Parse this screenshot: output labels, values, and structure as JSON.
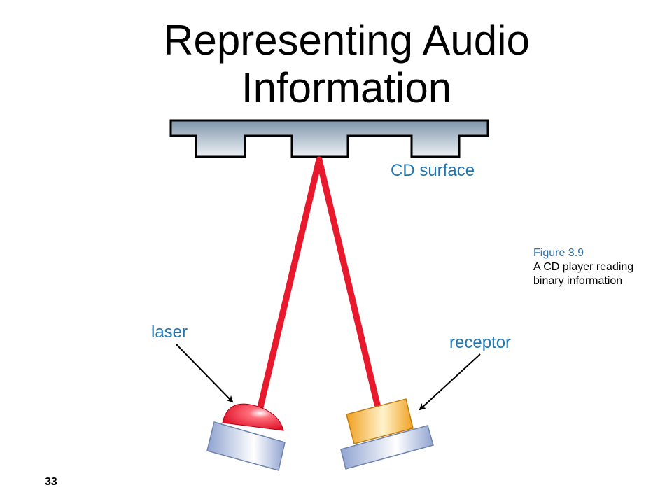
{
  "slide": {
    "title_line1": "Representing Audio",
    "title_line2": "Information",
    "page_number": "33"
  },
  "figure": {
    "number": "Figure 3.9",
    "caption_line1": "A CD player reading",
    "caption_line2": "binary information"
  },
  "diagram": {
    "surface_label": "CD surface",
    "laser_label": "laser",
    "receptor_label": "receptor",
    "colors": {
      "label_blue": "#1f77b4",
      "beam_red": "#e8192c",
      "surface_steel": "#8da3b8",
      "receptor_orange": "#f0a020",
      "base_blue": "#a9b9dc"
    }
  }
}
